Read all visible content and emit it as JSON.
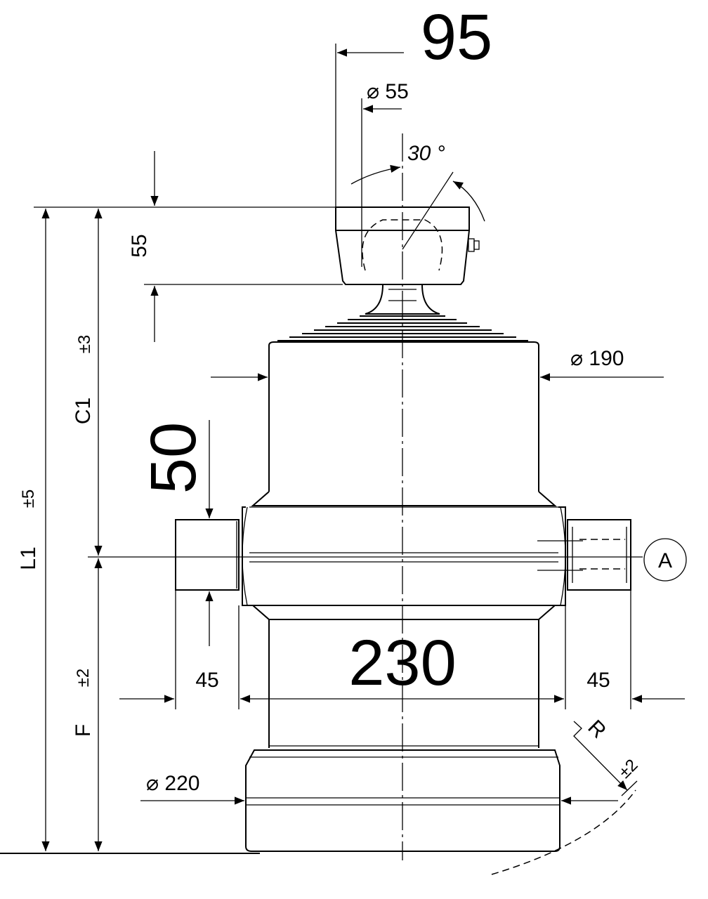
{
  "dimensions": {
    "top_offset": "95",
    "pin_diameter": "⌀ 55",
    "angle": "30 °",
    "head_height": "55",
    "c1_label": "C1",
    "c1_tol": "±3",
    "l1_label": "L1",
    "l1_tol": "±5",
    "trunnion_dia": "50",
    "cyl_diameter": "⌀ 190",
    "port_label": "A",
    "trunnion_left": "45",
    "trunnion_right": "45",
    "body_width": "230",
    "f_label": "F",
    "f_tol": "±2",
    "base_diameter": "⌀ 220",
    "radius_label": "R",
    "radius_tol": "±2"
  }
}
